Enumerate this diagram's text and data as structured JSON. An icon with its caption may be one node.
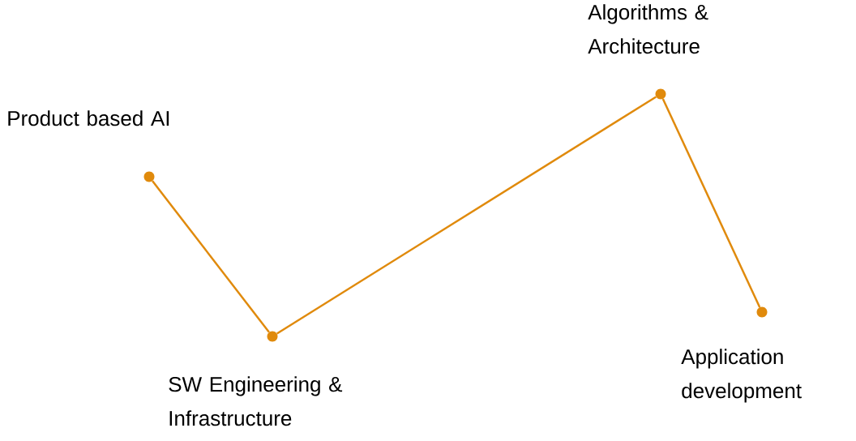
{
  "diagram": {
    "nodes": [
      {
        "text": [],
        "shape": "circle",
        "beside": [
          "Product based AI"
        ]
      },
      {
        "text": [],
        "shape": "circle",
        "beside": [
          "SW Engineering & Infrastructure"
        ]
      },
      {
        "text": [],
        "shape": "circle",
        "beside": [
          "Algorithms & Architecture"
        ]
      },
      {
        "text": [],
        "shape": "circle",
        "beside": [
          "Application development"
        ]
      }
    ],
    "edges": [
      {
        "from": 0,
        "to": 1,
        "arrow": "none"
      },
      {
        "from": 1,
        "to": 2,
        "arrow": "none"
      },
      {
        "from": 2,
        "to": 3,
        "arrow": "none"
      }
    ]
  }
}
